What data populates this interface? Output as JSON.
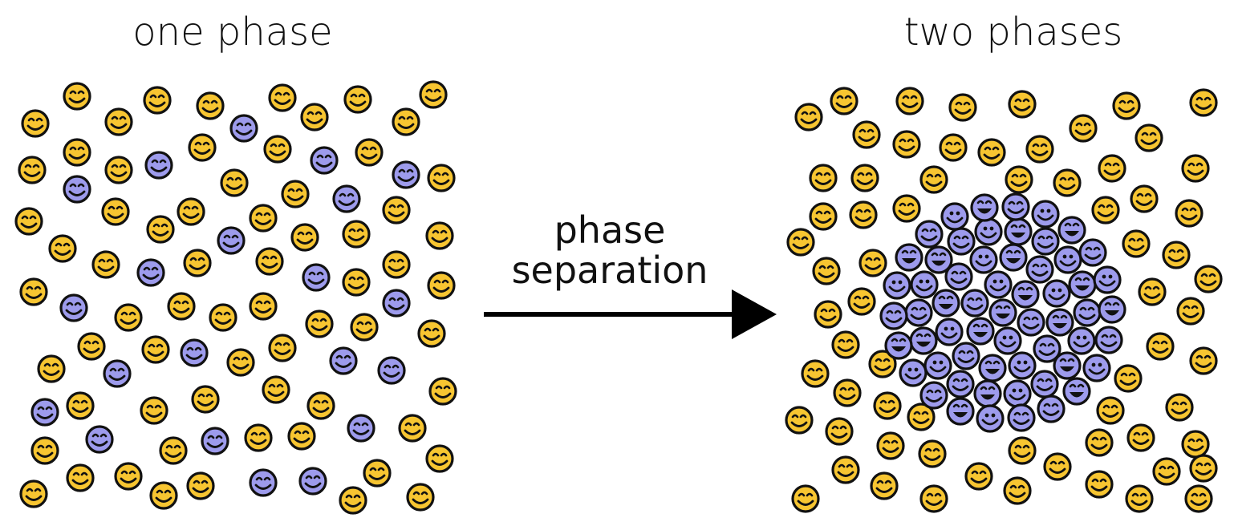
{
  "panels": {
    "left": {
      "title": "one phase"
    },
    "right": {
      "title": "two phases"
    }
  },
  "arrow": {
    "line1": "phase",
    "line2": "separation"
  },
  "colors": {
    "yellow_particle": "#f7c531",
    "purple_particle": "#9d9bec",
    "outline": "#111111",
    "arrow": "#000000"
  },
  "icons": [
    "smiley-face-icon",
    "arrow-right-icon"
  ]
}
